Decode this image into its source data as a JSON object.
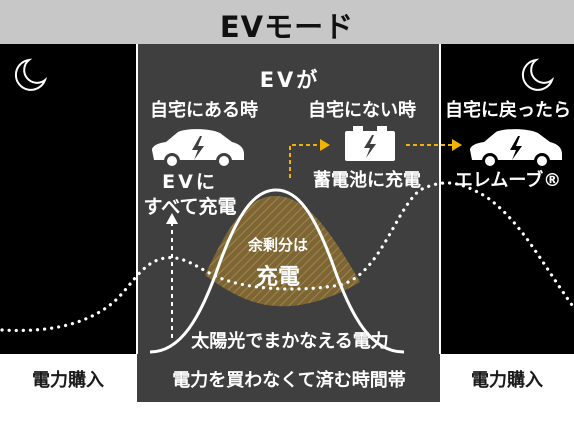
{
  "title": "EVモード",
  "ev_header": "EVが",
  "home_label": "自宅にある時",
  "away_label": "自宅にない時",
  "return_label": "自宅に戻ったら",
  "ev_charge_label": [
    "EVに",
    "すべて充電"
  ],
  "battery_label": "蓄電池に充電",
  "elemove_label": "エレムーブ®",
  "surplus_label": "余剰分は",
  "surplus_charge_label": "充電",
  "solar_label": "太陽光でまかなえる電力",
  "bottom_left_label": "電力購入",
  "bottom_center_label": "電力を買わなくて済む時間帯",
  "bottom_right_label": "電力購入",
  "icons": [
    "moon-icon",
    "car-icon",
    "battery-icon",
    "arrow-icon"
  ],
  "colors": {
    "title_bg": "#c7c7c7",
    "night_bg": "#000000",
    "day_bg": "#403f3f",
    "accent": "#f0b400",
    "surplus": "#7d6534",
    "footer_text": "#1a1a1a"
  }
}
